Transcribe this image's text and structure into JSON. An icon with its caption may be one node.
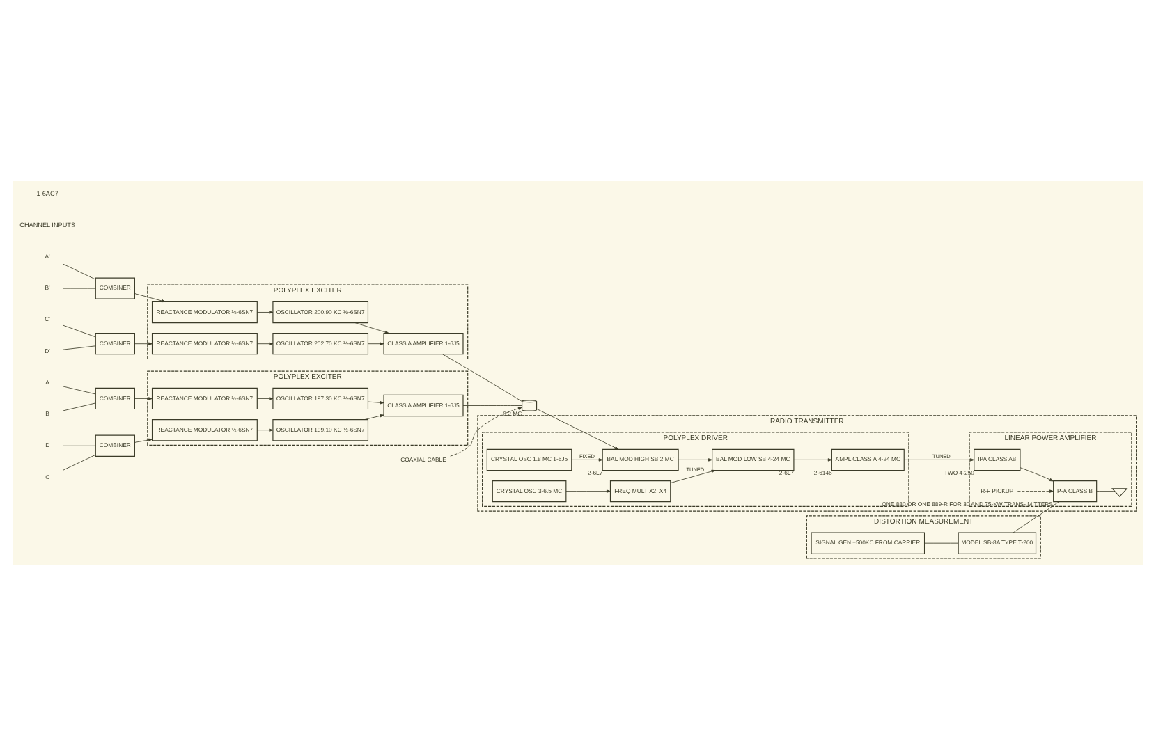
{
  "diagram": {
    "nodes": [
      {
        "text": [
          "A"
        ]
      },
      {
        "text": [
          "B"
        ]
      },
      {
        "text": [
          "COMBINER"
        ]
      },
      {
        "text": [
          "C"
        ]
      },
      {
        "text": [
          "D"
        ]
      },
      {
        "text": [
          "COMBINER"
        ]
      },
      {
        "text": [
          "POLYPLEX EXCITER"
        ]
      },
      {
        "text": [
          "REACTANCE MODULATOR ½-6SN7"
        ],
        "in": 6
      },
      {
        "text": [
          "OSCILLATOR 197.30 KC ½-6SN7"
        ],
        "in": 6
      },
      {
        "text": [
          "CLASS A AMPLIFIER 1-6J5"
        ],
        "in": 6
      },
      {
        "text": [
          "REACTANCE MODULATOR ½-6SN7"
        ],
        "in": 6
      },
      {
        "text": [
          "OSCILLATOR 199.10 KC ½-6SN7"
        ],
        "in": 6
      },
      {
        "text": [
          "A'"
        ]
      },
      {
        "text": [
          "B'"
        ]
      },
      {
        "text": [
          "COMBINER"
        ]
      },
      {
        "text": [
          "C'"
        ]
      },
      {
        "text": [
          "D'"
        ]
      },
      {
        "text": [
          "COMBINER"
        ]
      },
      {
        "text": [
          "POLYPLEX EXCITER"
        ]
      },
      {
        "text": [
          "REACTANCE MODULATOR ½-6SN7"
        ],
        "in": 18
      },
      {
        "text": [
          "OSCILLATOR 200.90 KC ½-6SN7"
        ],
        "in": 18
      },
      {
        "text": [
          "CLASS A AMPLIFIER 1-6J5"
        ],
        "in": 18
      },
      {
        "text": [
          "REACTANCE MODULATOR ½-6SN7"
        ],
        "in": 18
      },
      {
        "text": [
          "OSCILLATOR 202.70 KC ½-6SN7"
        ],
        "in": 18
      },
      {
        "text": [
          "DISTORTION MEASUREMENT"
        ]
      },
      {
        "text": [
          "SIGNAL GEN ±500KC FROM CARRIER"
        ],
        "in": 24
      },
      {
        "text": [
          "MODEL SB-8A TYPE T-200"
        ],
        "in": 24
      },
      {
        "text": [
          "RADIO TRANSMITTER"
        ]
      },
      {
        "text": [
          "POLYPLEX DRIVER"
        ],
        "in": 27
      },
      {
        "text": [
          "BAL MOD HIGH SB 2 MC"
        ],
        "in": 28,
        "beside": [
          "2-6L7"
        ]
      },
      {
        "text": [
          "BAL MOD LOW SB 4-24 MC"
        ],
        "in": 28,
        "beside": [
          "2-6L7"
        ]
      },
      {
        "text": [
          "AMPL CLASS A 4-24 MC"
        ],
        "in": 28,
        "beside": [
          "2-6146"
        ]
      },
      {
        "text": [
          "CRYSTAL OSC 1.8 MC 1-6J5"
        ],
        "in": 28
      },
      {
        "text": [
          "FREQ MULT X2, X4"
        ],
        "in": 28
      },
      {
        "text": [
          "CRYSTAL OSC 3-6.5 MC"
        ],
        "in": 28
      },
      {
        "text": [
          "LINEAR POWER AMPLIFIER"
        ],
        "in": 27
      },
      {
        "text": [
          "IPA CLASS AB"
        ],
        "in": 35,
        "beside": [
          "TWO 4-250"
        ]
      },
      {
        "text": [
          "P-A CLASS B"
        ],
        "in": 35,
        "beside": [
          "ONE 880 OR ONE 889-R FOR 30 AND 75-KW TRANS- MITTERS"
        ]
      },
      {
        "text": [],
        "shape": "antenna",
        "in": 35
      },
      {
        "text": [
          "R-F PICKUP"
        ],
        "in": 35
      },
      {
        "text": [],
        "shape": "cylinder",
        "beside": [
          "0.2 MC"
        ]
      },
      {
        "text": [
          "COAXIAL CABLE"
        ]
      }
    ],
    "edges": [
      {
        "from": 0,
        "to": 2,
        "arrow": "none"
      },
      {
        "from": 1,
        "to": 2,
        "arrow": "none"
      },
      {
        "from": 3,
        "to": 5,
        "arrow": "none"
      },
      {
        "from": 4,
        "to": 5,
        "arrow": "none"
      },
      {
        "from": 2,
        "to": 7,
        "arrow": "to"
      },
      {
        "from": 7,
        "to": 8,
        "arrow": "to"
      },
      {
        "from": 5,
        "to": 10,
        "arrow": "to"
      },
      {
        "from": 10,
        "to": 11,
        "arrow": "to"
      },
      {
        "from": 8,
        "to": 9,
        "arrow": "to"
      },
      {
        "from": 11,
        "to": 9,
        "arrow": "to"
      },
      {
        "from": 12,
        "to": 14,
        "arrow": "none"
      },
      {
        "from": 13,
        "to": 14,
        "arrow": "none"
      },
      {
        "from": 15,
        "to": 17,
        "arrow": "none"
      },
      {
        "from": 16,
        "to": 17,
        "arrow": "none"
      },
      {
        "from": 14,
        "to": 19,
        "arrow": "to"
      },
      {
        "from": 19,
        "to": 20,
        "arrow": "to"
      },
      {
        "from": 17,
        "to": 22,
        "arrow": "to"
      },
      {
        "from": 22,
        "to": 23,
        "arrow": "to"
      },
      {
        "from": 20,
        "to": 21,
        "arrow": "to"
      },
      {
        "from": 23,
        "to": 21,
        "arrow": "to"
      },
      {
        "from": 9,
        "to": 40,
        "arrow": "none"
      },
      {
        "from": 21,
        "to": 40,
        "arrow": "none"
      },
      {
        "from": 41,
        "to": 40,
        "arrow": "to",
        "style": "dashed"
      },
      {
        "from": 40,
        "to": 29,
        "arrow": "to"
      },
      {
        "from": 29,
        "to": 30,
        "arrow": "to"
      },
      {
        "from": 30,
        "to": 31,
        "arrow": "to"
      },
      {
        "from": 32,
        "to": 29,
        "arrow": "to",
        "label": "FIXED"
      },
      {
        "from": 33,
        "to": 30,
        "arrow": "to",
        "label": "TUNED"
      },
      {
        "from": 34,
        "to": 33,
        "arrow": "to"
      },
      {
        "from": 31,
        "to": 36,
        "arrow": "to",
        "label": "TUNED"
      },
      {
        "from": 36,
        "to": 37,
        "arrow": "to"
      },
      {
        "from": 37,
        "to": 38,
        "arrow": "none"
      },
      {
        "from": 25,
        "to": 26,
        "arrow": "none"
      },
      {
        "from": 26,
        "to": 37,
        "arrow": "none"
      },
      {
        "from": 39,
        "to": 37,
        "arrow": "to",
        "style": "dashed"
      }
    ],
    "labels": [
      "CHANNEL INPUTS",
      "1-6AC7"
    ]
  }
}
